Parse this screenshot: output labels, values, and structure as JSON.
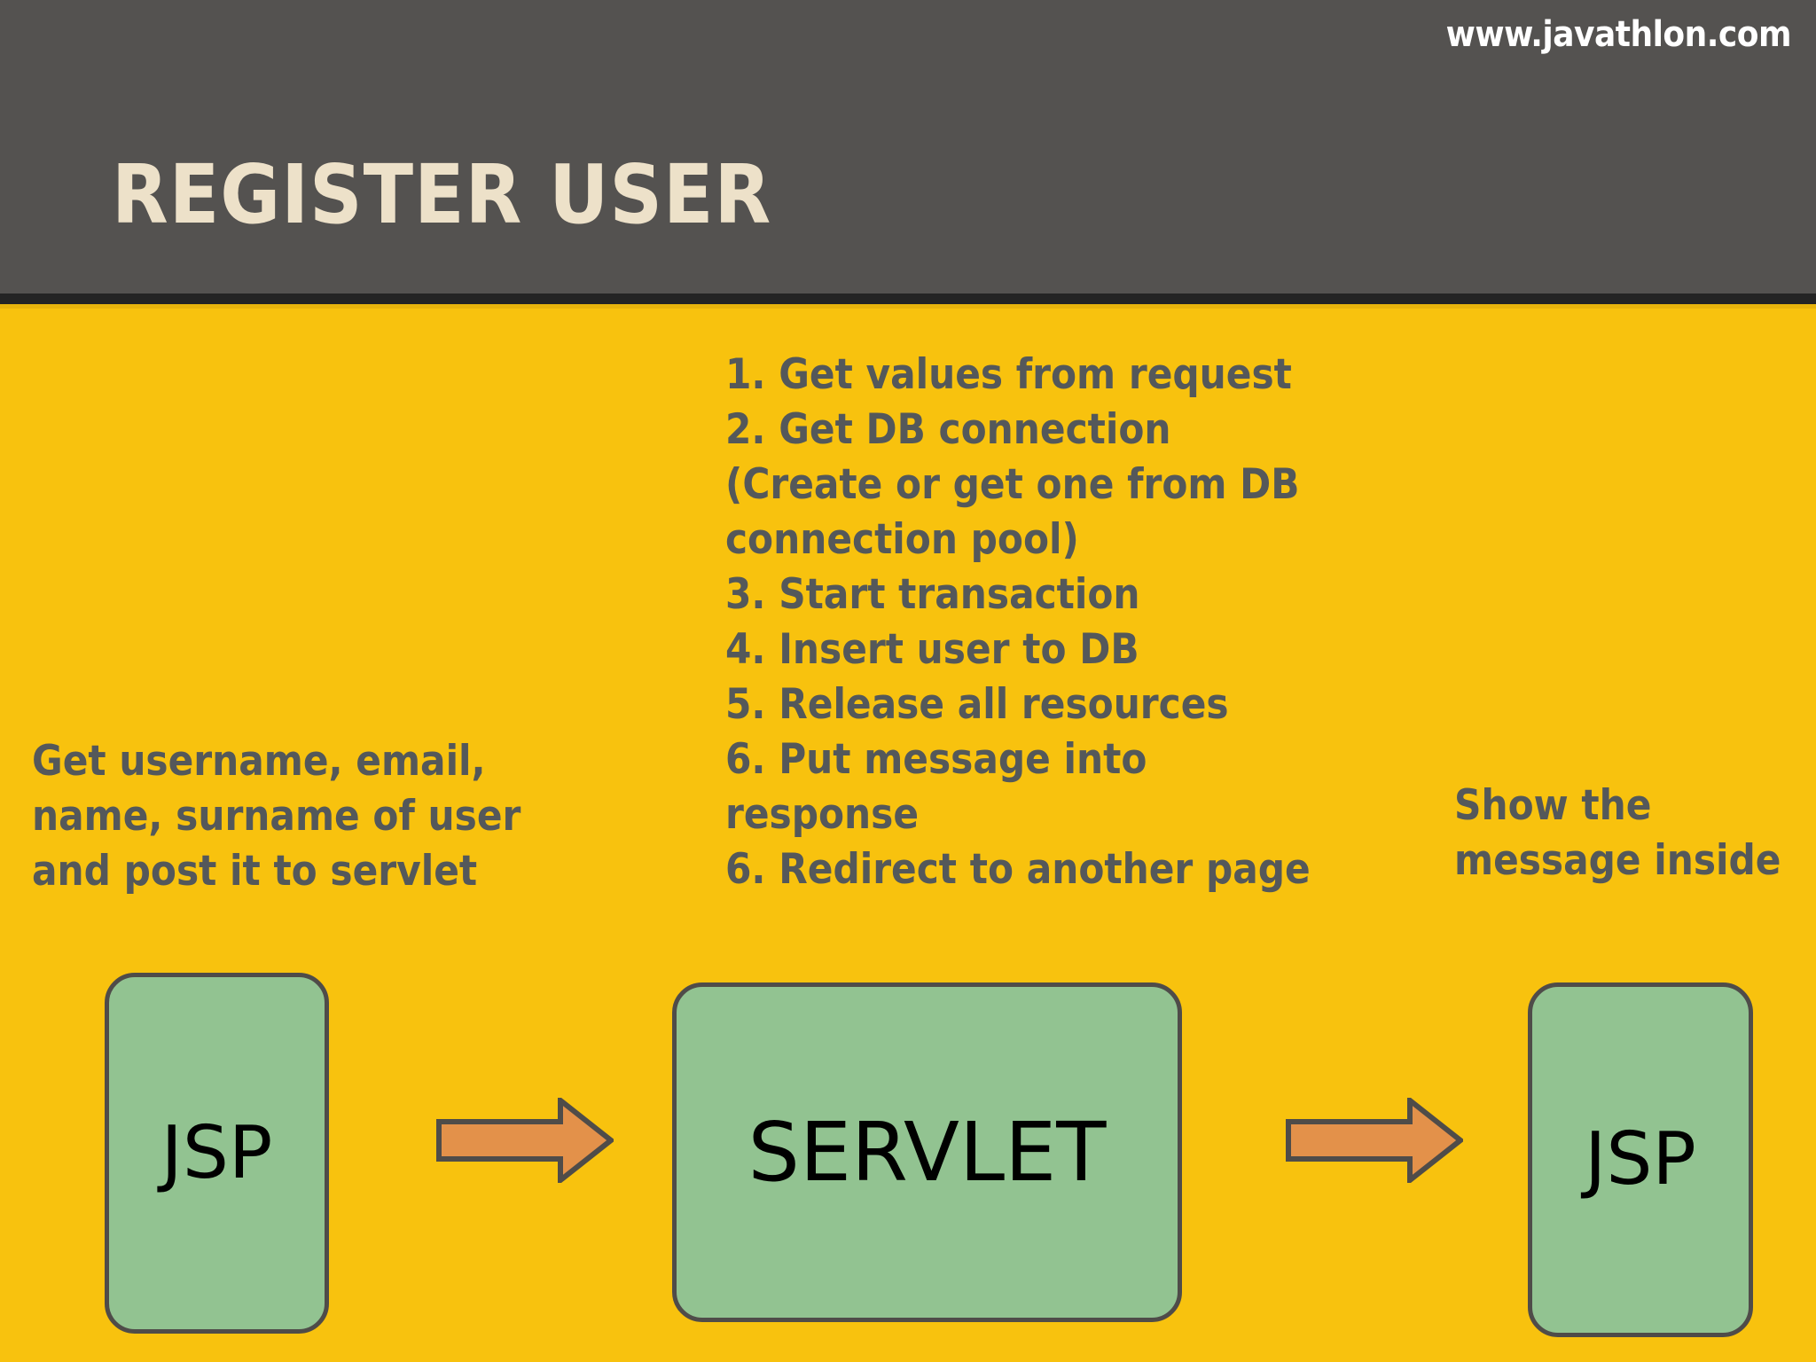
{
  "header": {
    "title": "REGISTER USER",
    "watermark": "www.javathlon.com",
    "bg_color": "#545250",
    "title_color": "#EDE1C9",
    "watermark_color": "#FFFFFF"
  },
  "theme": {
    "body_bg": "#F8C20E",
    "text_color": "#54585A",
    "node_fill": "#92C391",
    "node_stroke": "#4F4C49",
    "arrow_fill": "#E3914A",
    "arrow_stroke": "#4F4C49",
    "node_label_color": "#000000"
  },
  "notes": {
    "left": "Get username, email, name, surname of user and post it to servlet",
    "right": "Show the message inside"
  },
  "steps": [
    "1. Get values from request",
    "2. Get DB connection (Create or get one from DB connection pool)",
    "3. Start transaction",
    "4. Insert user to DB",
    "5. Release all resources",
    "6. Put message into response",
    "6. Redirect to another page"
  ],
  "nodes": [
    {
      "id": "jsp-left",
      "label": "JSP"
    },
    {
      "id": "servlet",
      "label": "SERVLET"
    },
    {
      "id": "jsp-right",
      "label": "JSP"
    }
  ],
  "arrows": [
    {
      "id": "arrow-1",
      "from": "jsp-left",
      "to": "servlet",
      "direction": "right"
    },
    {
      "id": "arrow-2",
      "from": "servlet",
      "to": "jsp-right",
      "direction": "right"
    }
  ]
}
